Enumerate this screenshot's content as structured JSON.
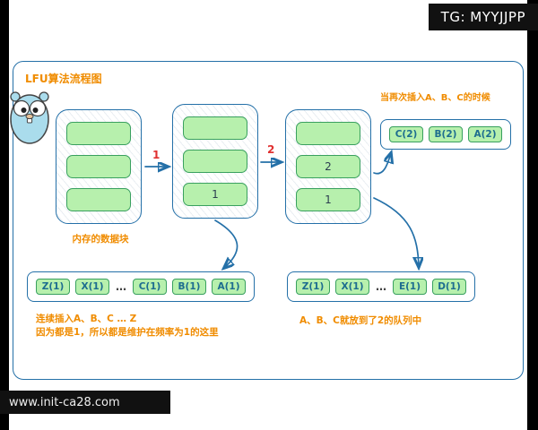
{
  "overlays": {
    "tg_badge": "TG: MYYJJPP",
    "site_badge": "www.init-ca28.com"
  },
  "colors": {
    "accent-blue": "#2470a8",
    "accent-orange": "#f08c00",
    "accent-red": "#e03131",
    "green-fill": "#b7f0ad",
    "green-border": "#39a05f",
    "box-text": "#1d6d8f",
    "badge-bg": "#111111"
  },
  "diagram": {
    "title": "LFU算法流程图",
    "memory_label": "内存的数据块",
    "stack1_items": [
      "",
      "",
      ""
    ],
    "stack2_items": [
      "",
      "",
      "1"
    ],
    "stack3_items": [
      "",
      "2",
      "1"
    ],
    "arrow1_label": "1",
    "arrow2_label": "2",
    "top_right_note": "当再次插入A、B、C的时候",
    "top_right_queue": [
      "C(2)",
      "B(2)",
      "A(2)"
    ],
    "bottom_left_queue": [
      "Z(1)",
      "X(1)",
      "…",
      "C(1)",
      "B(1)",
      "A(1)"
    ],
    "bottom_left_note1": "连续插入A、B、C … Z",
    "bottom_left_note2": "因为都是1，所以都是维护在频率为1的这里",
    "bottom_right_queue": [
      "Z(1)",
      "X(1)",
      "…",
      "E(1)",
      "D(1)"
    ],
    "bottom_right_note": "A、B、C就放到了2的队列中"
  }
}
